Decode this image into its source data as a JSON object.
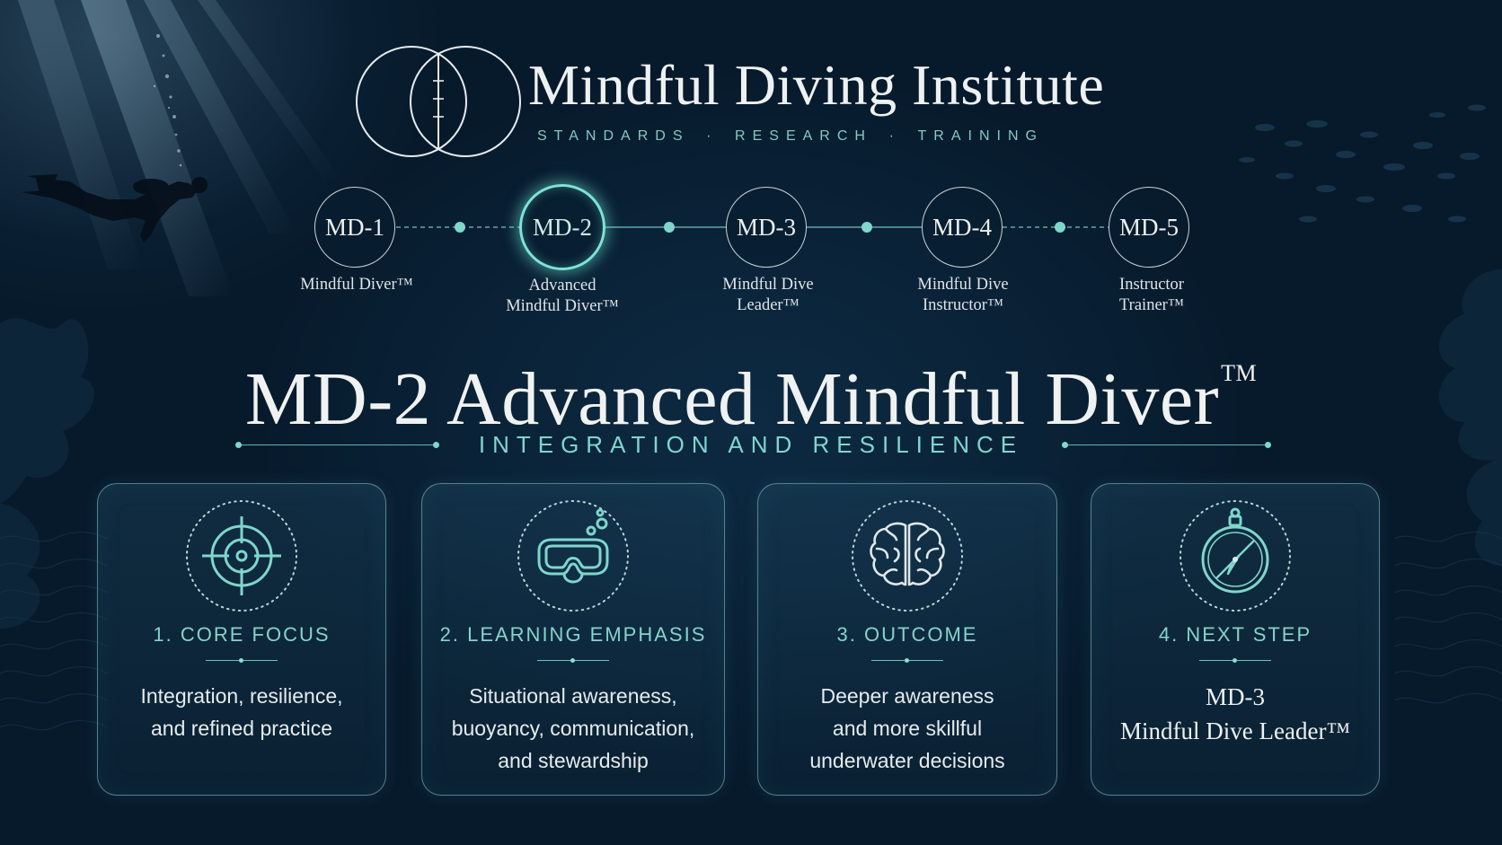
{
  "header": {
    "title": "Mindful Diving Institute",
    "tagline": [
      "STANDARDS",
      "·",
      "RESEARCH",
      "·",
      "TRAINING"
    ]
  },
  "levels": [
    {
      "code": "MD-1",
      "name_lines": [
        "Mindful Diver™"
      ],
      "active": false
    },
    {
      "code": "MD-2",
      "name_lines": [
        "Advanced",
        "Mindful Diver™"
      ],
      "active": true
    },
    {
      "code": "MD-3",
      "name_lines": [
        "Mindful Dive",
        "Leader™"
      ],
      "active": false
    },
    {
      "code": "MD-4",
      "name_lines": [
        "Mindful Dive",
        "Instructor™"
      ],
      "active": false
    },
    {
      "code": "MD-5",
      "name_lines": [
        "Instructor",
        "Trainer™"
      ],
      "active": false
    }
  ],
  "main": {
    "title": "MD-2 Advanced Mindful Diver",
    "title_mark": "TM",
    "subtitle": "INTEGRATION AND RESILIENCE"
  },
  "cards": [
    {
      "heading": "1. CORE FOCUS",
      "icon": "target-icon",
      "body_lines": [
        "Integration, resilience,",
        "and refined practice"
      ]
    },
    {
      "heading": "2. LEARNING EMPHASIS",
      "icon": "dive-mask-icon",
      "body_lines": [
        "Situational awareness,",
        "buoyancy, communication,",
        "and stewardship"
      ]
    },
    {
      "heading": "3. OUTCOME",
      "icon": "brain-icon",
      "body_lines": [
        "Deeper awareness",
        "and more skillful",
        "underwater decisions"
      ]
    },
    {
      "heading": "4. NEXT STEP",
      "icon": "compass-icon",
      "body_lines": [
        "MD-3",
        "Mindful Dive Leader™"
      ]
    }
  ],
  "colors": {
    "background": "#071a2c",
    "accent": "#7fd6cc",
    "active_ring": "#7fe3d6",
    "text": "#eef1f1"
  }
}
